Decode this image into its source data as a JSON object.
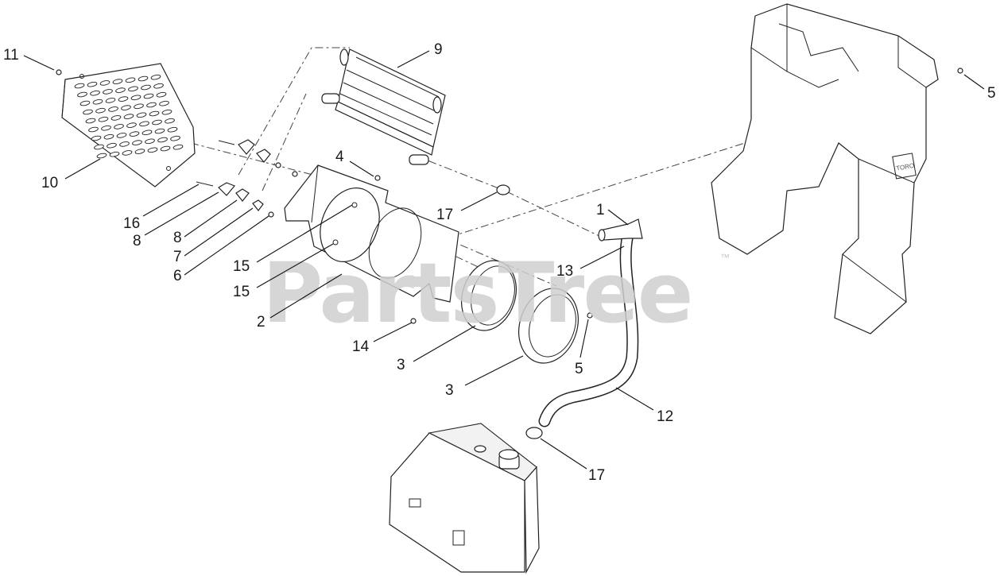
{
  "watermark": {
    "text": "PartsTree",
    "trademark": "™"
  },
  "callouts": {
    "c11": "11",
    "c9": "9",
    "c5a": "5",
    "c10": "10",
    "c4": "4",
    "c16": "16",
    "c8a": "8",
    "c8b": "8",
    "c7": "7",
    "c6": "6",
    "c17a": "17",
    "c1": "1",
    "c13": "13",
    "c15a": "15",
    "c15b": "15",
    "c2": "2",
    "c14": "14",
    "c3a": "3",
    "c3b": "3",
    "c5b": "5",
    "c12": "12",
    "c17b": "17"
  },
  "decal_text": "TORO"
}
